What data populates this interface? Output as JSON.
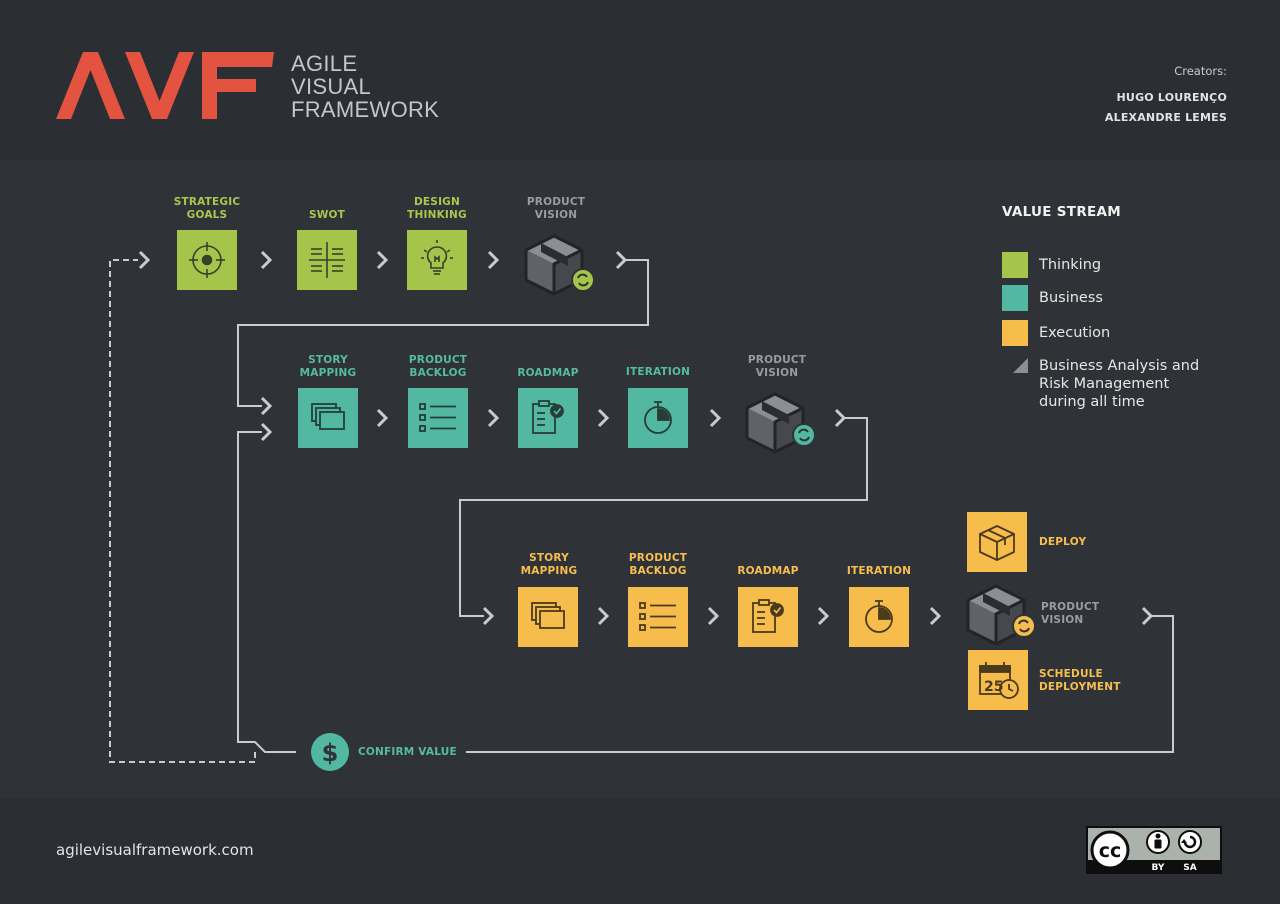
{
  "logo": {
    "mark": "AVF",
    "line1": "AGILE",
    "line2": "VISUAL",
    "line3": "FRAMEWORK"
  },
  "creators": {
    "label": "Creators:",
    "names": [
      "HUGO LOURENÇO",
      "ALEXANDRE LEMES"
    ]
  },
  "colors": {
    "thinking": "#a4c54a",
    "business": "#52b8a1",
    "execution": "#f6bd4c",
    "accent": "#e4533f",
    "line": "#c9cbce"
  },
  "row1": [
    {
      "line1": "STRATEGIC",
      "line2": "GOALS",
      "icon": "target-icon"
    },
    {
      "line1": "",
      "line2": "SWOT",
      "icon": "swot-grid-icon"
    },
    {
      "line1": "DESIGN",
      "line2": "THINKING",
      "icon": "lightbulb-icon"
    },
    {
      "line1": "PRODUCT",
      "line2": "VISION",
      "icon": "product-box-icon"
    }
  ],
  "row2": [
    {
      "line1": "STORY",
      "line2": "MAPPING",
      "icon": "stacked-cards-icon"
    },
    {
      "line1": "PRODUCT",
      "line2": "BACKLOG",
      "icon": "list-icon"
    },
    {
      "line1": "",
      "line2": "ROADMAP",
      "icon": "clipboard-check-icon"
    },
    {
      "line1": "",
      "line2": "ITERATION",
      "icon": "stopwatch-icon"
    },
    {
      "line1": "PRODUCT",
      "line2": "VISION",
      "icon": "product-box-icon"
    }
  ],
  "row3": [
    {
      "line1": "STORY",
      "line2": "MAPPING",
      "icon": "stacked-cards-icon"
    },
    {
      "line1": "PRODUCT",
      "line2": "BACKLOG",
      "icon": "list-icon"
    },
    {
      "line1": "",
      "line2": "ROADMAP",
      "icon": "clipboard-check-icon"
    },
    {
      "line1": "",
      "line2": "ITERATION",
      "icon": "stopwatch-icon"
    },
    {
      "line1": "PRODUCT",
      "line2": "VISION",
      "icon": "product-box-icon"
    }
  ],
  "deploy": {
    "label": "DEPLOY",
    "icon": "box-outline-icon"
  },
  "schedule": {
    "line1": "SCHEDULE",
    "line2": "DEPLOYMENT",
    "icon": "calendar-clock-icon",
    "date": "25"
  },
  "confirm": {
    "label": "CONFIRM VALUE",
    "icon": "dollar-icon",
    "symbol": "$"
  },
  "legend": {
    "title": "VALUE STREAM",
    "items": [
      "Thinking",
      "Business",
      "Execution"
    ],
    "triangle_lines": [
      "Business Analysis and",
      "Risk Management",
      "during all time"
    ]
  },
  "footer": {
    "site": "agilevisualframework.com",
    "license": {
      "cc": "cc",
      "by": "BY",
      "sa": "SA"
    }
  }
}
